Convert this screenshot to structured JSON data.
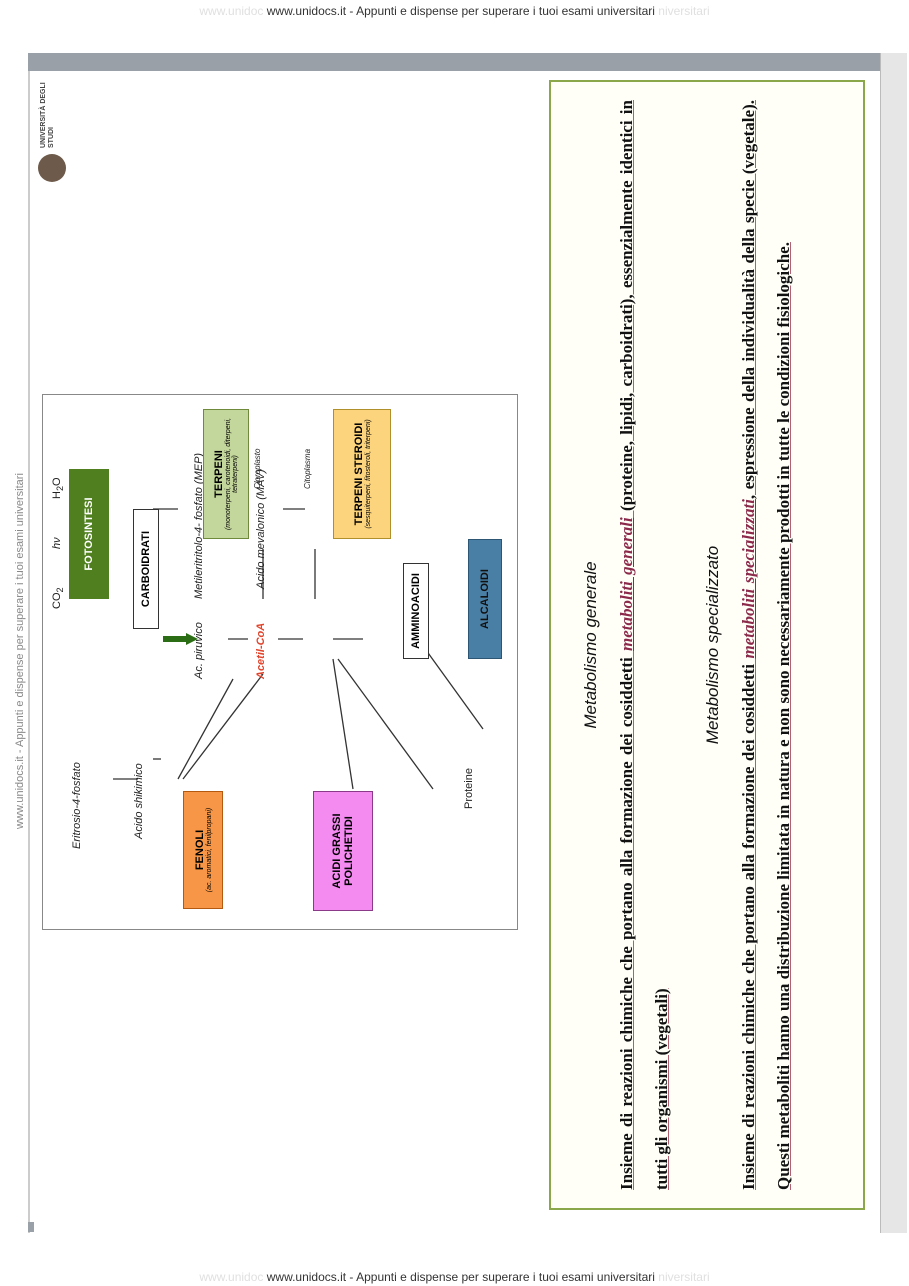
{
  "watermark": {
    "text": "www.unidocs.it - Appunti e dispense per superare i tuoi esami universitari",
    "faint_left": "www.unidoc",
    "faint_right": "niversitari"
  },
  "logo": {
    "text": "UNIVERSITÀ DEGLI STUDI"
  },
  "textbox": {
    "title_general": "Metabolismo generale",
    "general_1": "Insieme di reazioni chimiche che portano alla formazione dei cosiddetti ",
    "general_term": "metaboliti generali",
    "general_2": " (proteine, lipidi, carboidrati), essenzialmente identici in tutti gli organismi (vegetali)",
    "title_special": "Metabolismo specializzato",
    "special_1": "Insieme di reazioni chimiche che portano alla formazione dei cosiddetti ",
    "special_term": "metaboliti specializzati",
    "special_2": ", espressione della individualità della specie (vegetale). Questi metaboliti hanno una distribuzione limitata in natura e non sono necessariamente prodotti in tutte le condizioni fisiologiche."
  },
  "diagram": {
    "co2": "CO",
    "co2_sub": "2",
    "hv": "hν",
    "h2o": "H",
    "h2o_sub": "2",
    "h2o_end": "O",
    "fotosintesi": "FOTOSINTESI",
    "carboidrati": "CARBOIDRATI",
    "eritrosio": "Eritrosio-4-fosfato",
    "acido_shikimico": "Acido shikimico",
    "fenoli": "FENOLI",
    "fenoli_sub": "(ac. aromatici, fenilpropani)",
    "ac_piruvico": "Ac. piruvico",
    "mep": "Metileritritolo-4- fosfato (MEP)",
    "cloroplasto_1": "Cloroplasto",
    "terpeni_1": "TERPENI",
    "terpeni_1_sub": "(monoterpeni, carotenoidi, diterpeni, tetraterpeni)",
    "acetil": "Acetil-CoA",
    "acido_mevalonico": "Acido mevalonico (MAV)",
    "cloroplasto_2": "Citoplasma",
    "terpeni_2": "TERPENI STEROIDI",
    "terpeni_2_sub": "(sesquiterpeni, fitosteroli, triterpeni)",
    "acidi_grassi": "ACIDI GRASSI POLICHETIDI",
    "amminoacidi": "AMMINOACIDI",
    "proteine": "Proteine",
    "alcaloidi": "ALCALOIDI"
  },
  "colors": {
    "fotosintesi": "#4f7f1e",
    "terpeni_1": "#c3d69b",
    "fenoli": "#f79646",
    "acidi_grassi": "#f38bf0",
    "alcaloidi": "#4a7fa5",
    "terpeni_2": "#fcd47d",
    "frame_border": "#8aa84a"
  }
}
